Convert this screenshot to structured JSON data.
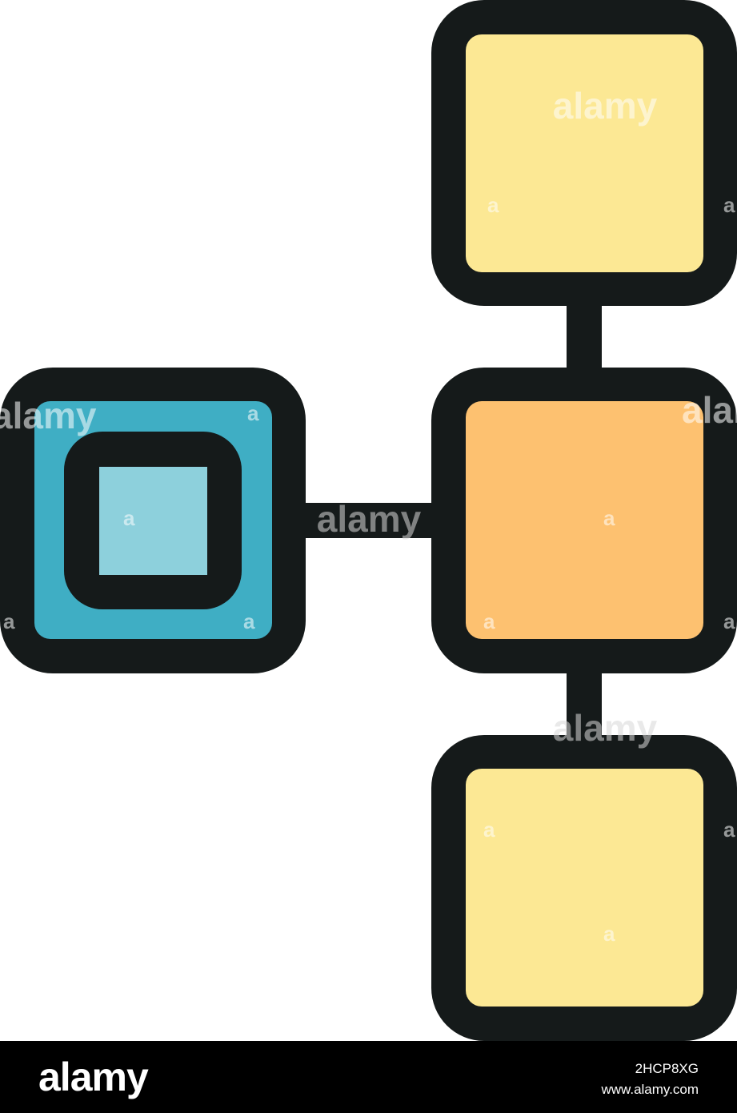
{
  "watermark": {
    "brand_mark": "alamy",
    "letter_mark": "a"
  },
  "footer": {
    "brand": "alamy",
    "image_id": "2HCP8XG",
    "site": "www.alamy.com"
  },
  "colors": {
    "background": "#ffffff",
    "outline": "#151a1a",
    "light_yellow": "#fce894",
    "orange": "#fdc170",
    "teal": "#3faec4",
    "light_teal": "#8dd0dc",
    "footer_bg": "#000000",
    "footer_text": "#ffffff"
  },
  "icons": {
    "illustration": "hierarchy-diagram-icon",
    "top_box": "yellow-square-icon",
    "middle_box": "orange-square-icon",
    "bottom_box": "yellow-square-icon",
    "left_box": "teal-square-icon"
  }
}
